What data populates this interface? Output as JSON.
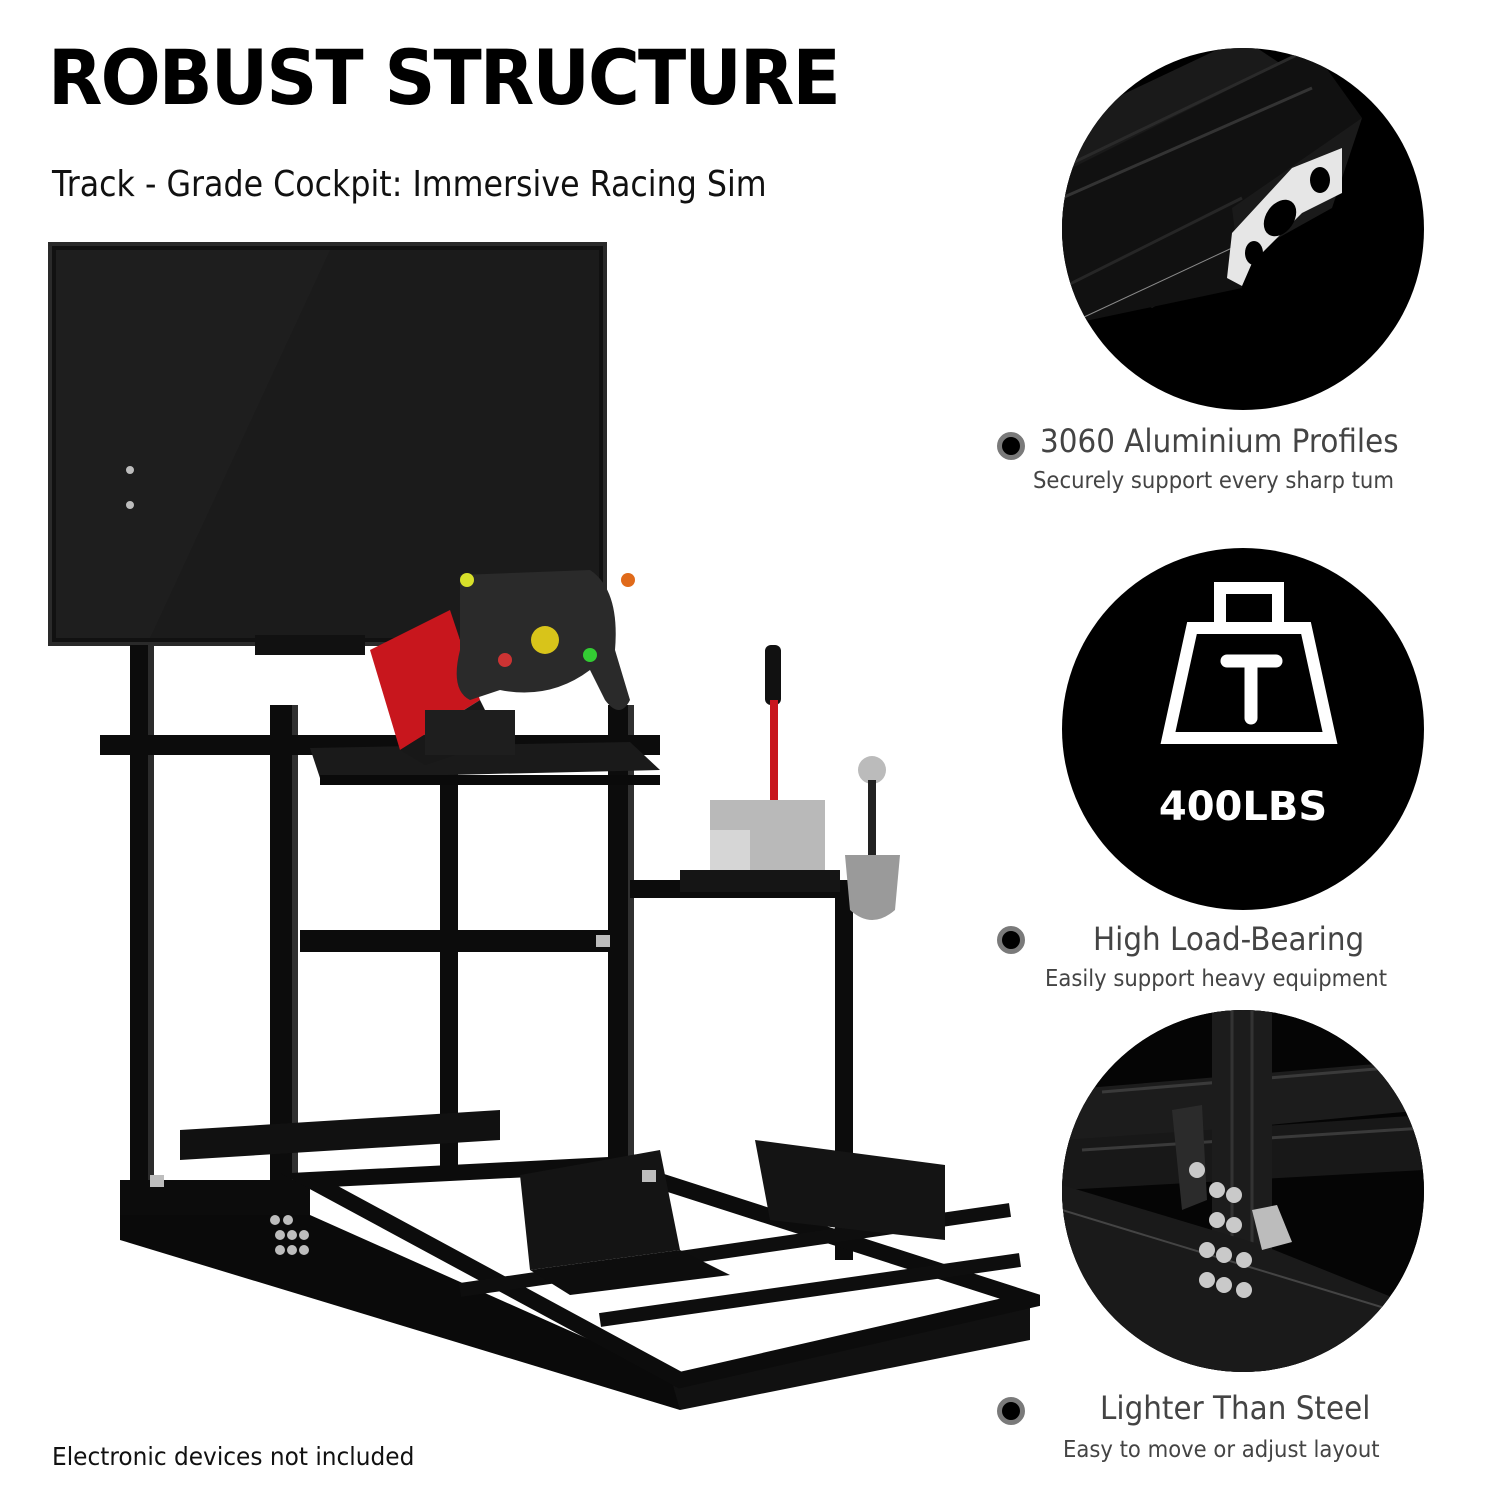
{
  "header": {
    "title": "ROBUST STRUCTURE",
    "subtitle": "Track - Grade Cockpit: Immersive Racing Sim"
  },
  "product": {
    "image_alt": "Black aluminium sim racing cockpit with mounted TV, racing wheel, handbrake and shifter",
    "components": [
      "tv-monitor",
      "racing-wheel",
      "wheel-base",
      "handbrake",
      "gear-shifter",
      "pedal-plate",
      "aluminium-frame"
    ]
  },
  "features": [
    {
      "icon": "aluminium-profile-icon",
      "title": "3060 Aluminium Profiles",
      "description": "Securely support every sharp tum"
    },
    {
      "icon": "weight-icon",
      "badge": "400LBS",
      "title": "High Load-Bearing",
      "description": "Easily support heavy equipment"
    },
    {
      "icon": "frame-joint-icon",
      "title": "Lighter Than Steel",
      "description": "Easy to move or adjust layout"
    }
  ],
  "footer": {
    "disclaimer": "Electronic devices not included"
  },
  "colors": {
    "background": "#ffffff",
    "title": "#000000",
    "feature_text": "#444444",
    "circle_bg": "#000000",
    "bullet_ring": "#7a7a7a",
    "wheelbase_accent": "#c8161d"
  }
}
